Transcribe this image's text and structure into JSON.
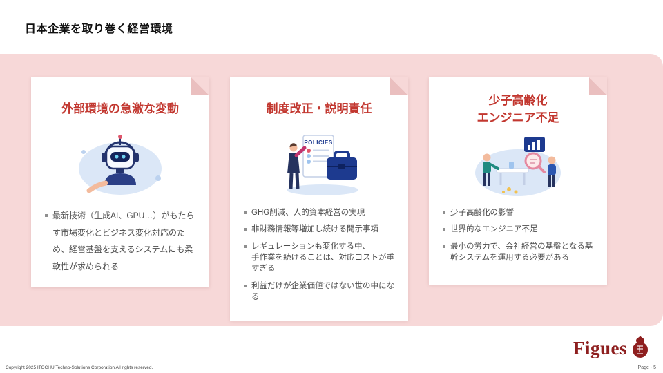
{
  "colors": {
    "accent_red": "#c2372f",
    "pink_bg": "#f7d8d8",
    "pink_fold": "#eabfbf",
    "logo_red": "#8e1f1f",
    "navy": "#1d3a8f",
    "light_blue": "#dbe7f7",
    "body_text": "#4d4d4d"
  },
  "header": {
    "title": "日本企業を取り巻く経営環境"
  },
  "cards": [
    {
      "title": "外部環境の急激な変動",
      "illustration": "ai-robot",
      "bullets": [
        "最新技術（生成AI、GPU…）がもたらす市場変化とビジネス変化対応のため、経営基盤を支えるシステムにも柔軟性が求められる"
      ]
    },
    {
      "title": "制度改正・説明責任",
      "illustration": "policies-briefcase",
      "illustration_label": "POLICIES",
      "bullets": [
        "GHG削減、人的資本経営の実現",
        "非財務情報等増加し続ける開示事項",
        "レギュレーションも変化する中、\n手作業を続けることは、対応コストが重すぎる",
        "利益だけが企業価値ではない世の中になる"
      ]
    },
    {
      "title": "少子高齢化\nエンジニア不足",
      "illustration": "aging-engineer-shortage",
      "bullets": [
        "少子高齢化の影響",
        "世界的なエンジニア不足",
        "最小の労力で、会社経営の基盤となる基幹システムを運用する必要がある"
      ]
    }
  ],
  "footer": {
    "copyright": "Copyright 2025 ITOCHU Techno-Solutions Corporation All rights reserved.",
    "logo_text": "Figues",
    "page_label": "Page - 5"
  }
}
